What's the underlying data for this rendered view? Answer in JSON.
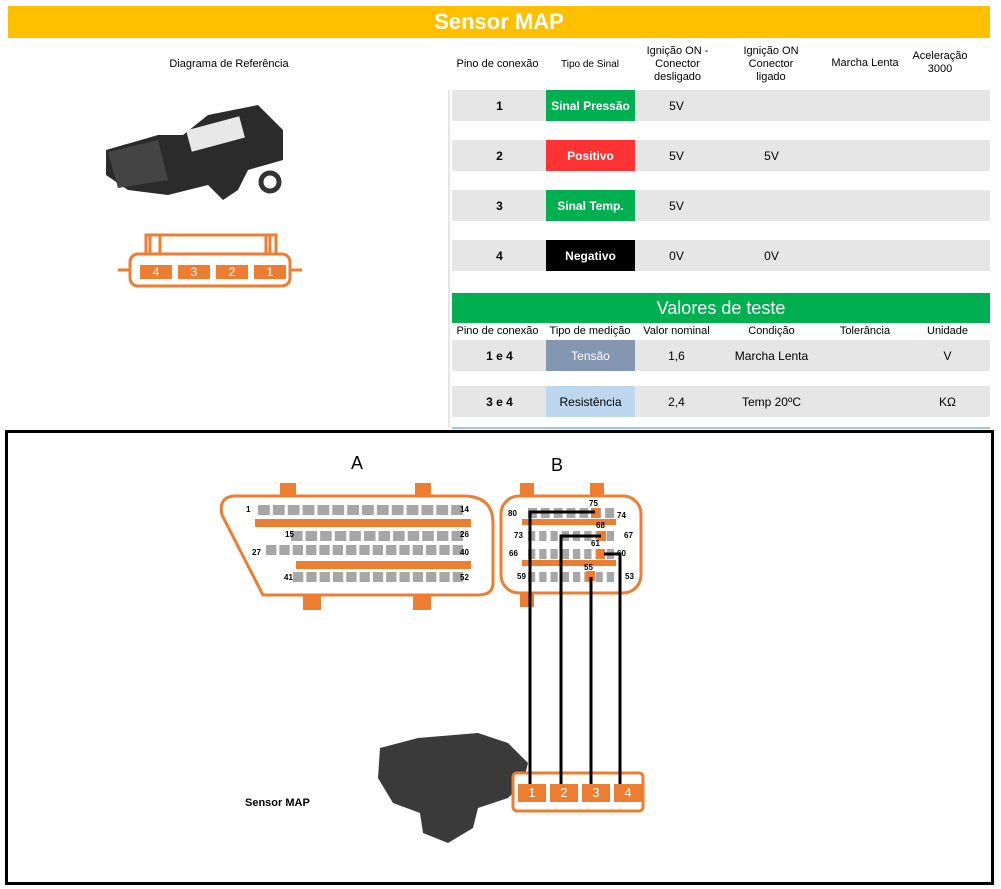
{
  "title": "Sensor MAP",
  "headers": {
    "diagram": "Diagrama de Referência",
    "pin": "Pino de conexão",
    "signal": "Tipo de Sinal",
    "ign_off": "Ignição ON - Conector desligado",
    "ign_on": "Ignição ON Conector ligado",
    "idle": "Marcha Lenta",
    "accel": "Aceleração 3000"
  },
  "pins": [
    {
      "pin": "1",
      "signal": "Sinal Pressão",
      "color": "#00b050",
      "ign_off": "5V",
      "ign_on": "",
      "idle": "",
      "accel": ""
    },
    {
      "pin": "2",
      "signal": "Positivo",
      "color": "#ff3333",
      "ign_off": "5V",
      "ign_on": "5V",
      "idle": "",
      "accel": ""
    },
    {
      "pin": "3",
      "signal": "Sinal Temp.",
      "color": "#00b050",
      "ign_off": "5V",
      "ign_on": "",
      "idle": "",
      "accel": ""
    },
    {
      "pin": "4",
      "signal": "Negativo",
      "color": "#000000",
      "ign_off": "0V",
      "ign_on": "0V",
      "idle": "",
      "accel": ""
    }
  ],
  "connector_ref": [
    "4",
    "3",
    "2",
    "1"
  ],
  "test": {
    "title": "Valores de teste",
    "headers": [
      "Pino de conexão",
      "Tipo de medição",
      "Valor nominal",
      "Condição",
      "Tolerância",
      "Unidade"
    ],
    "rows": [
      {
        "pin": "1 e 4",
        "type": "Tensão",
        "color": "#8497b0",
        "nominal": "1,6",
        "condition": "Marcha Lenta",
        "tolerance": "",
        "unit": "V"
      },
      {
        "pin": "3 e 4",
        "type": "Resistência",
        "color": "#bdd7ee",
        "nominal": "2,4",
        "condition": "Temp 20ºC",
        "tolerance": "",
        "unit": "KΩ"
      }
    ]
  },
  "ecu": {
    "a_label": "A",
    "b_label": "B",
    "a_pins": {
      "r1l": "1",
      "r1r": "14",
      "r2l": "15",
      "r2r": "26",
      "r3l": "27",
      "r3r": "40",
      "r4l": "41",
      "r4r": "52"
    },
    "b_pins": {
      "p80": "80",
      "p75": "75",
      "p74": "74",
      "p73": "73",
      "p68": "68",
      "p67": "67",
      "p66": "66",
      "p61": "61",
      "p60": "60",
      "p59": "59",
      "p55": "55",
      "p53": "53"
    },
    "sensor_label": "Sensor MAP",
    "sensor_pins": [
      "1",
      "2",
      "3",
      "4"
    ]
  }
}
